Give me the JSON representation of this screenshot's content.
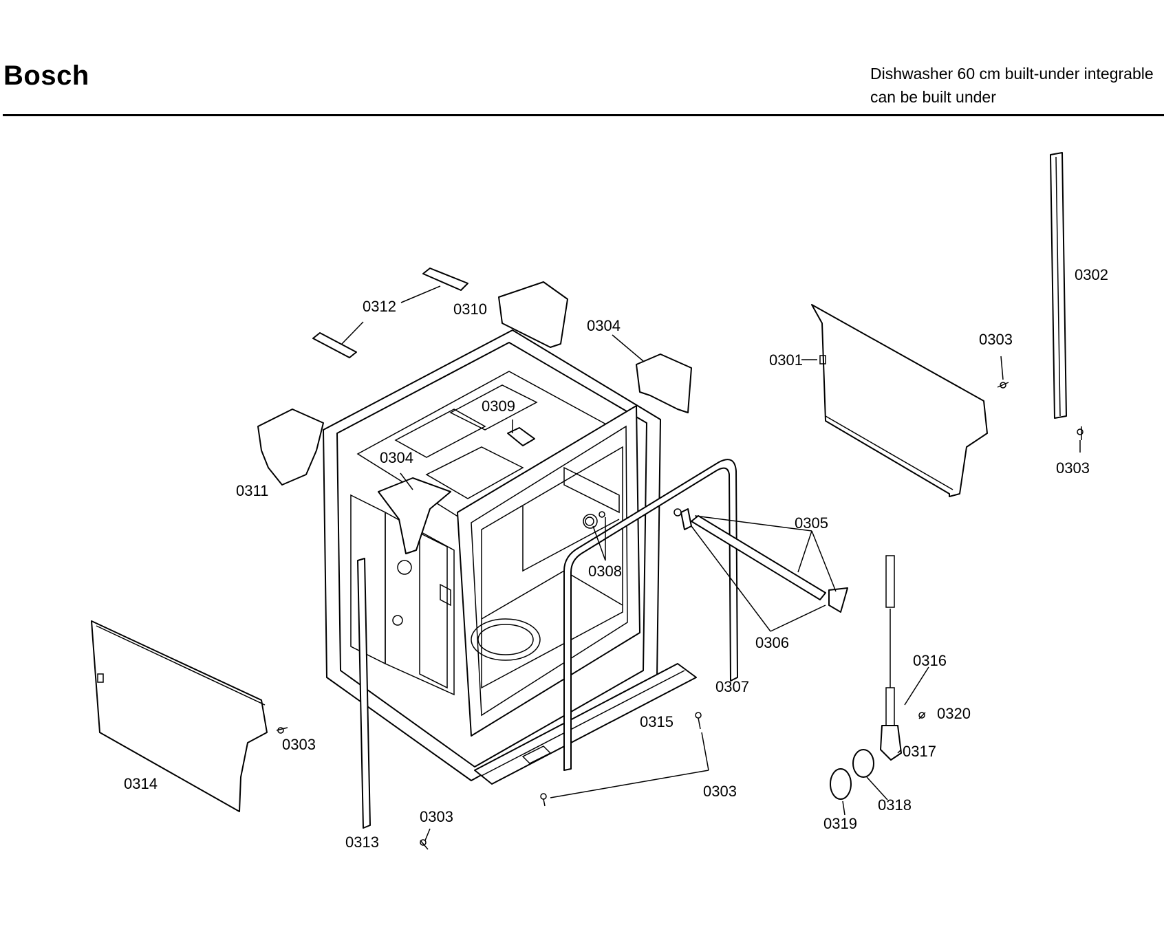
{
  "header": {
    "brand": "Bosch",
    "model_line_1": "Dishwasher 60 cm built-under integrable",
    "model_line_2": "can be built under"
  },
  "callouts": {
    "c0301": "0301",
    "c0302": "0302",
    "c0303": "0303",
    "c0304": "0304",
    "c0305": "0305",
    "c0306": "0306",
    "c0307": "0307",
    "c0308": "0308",
    "c0309": "0309",
    "c0310": "0310",
    "c0311": "0311",
    "c0312": "0312",
    "c0313": "0313",
    "c0314": "0314",
    "c0315": "0315",
    "c0316": "0316",
    "c0317": "0317",
    "c0318": "0318",
    "c0319": "0319",
    "c0320": "0320"
  }
}
